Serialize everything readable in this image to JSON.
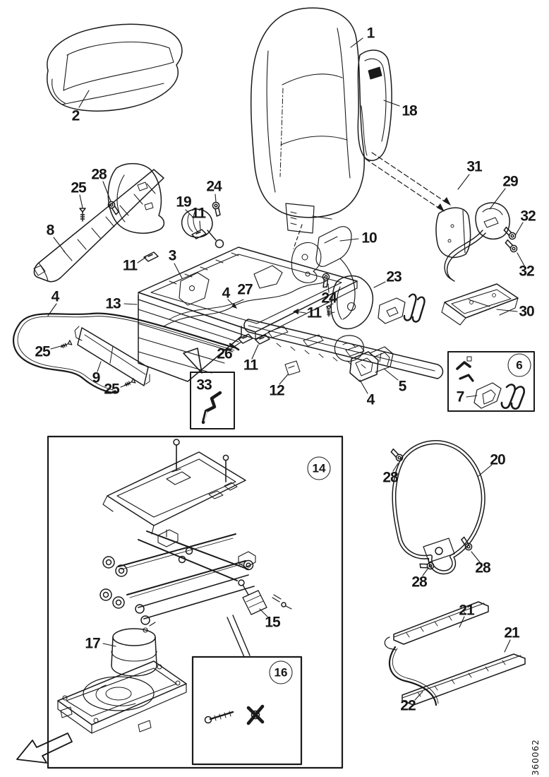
{
  "document": {
    "kind": "exploded parts diagram",
    "subject": "vehicle seat assembly"
  },
  "callouts": {
    "c1": "1",
    "c2": "2",
    "c18": "18",
    "c28a": "28",
    "c25a": "25",
    "c24a": "24",
    "c19": "19",
    "c11a": "11",
    "c31": "31",
    "c29": "29",
    "c32a": "32",
    "c32b": "32",
    "c30": "30",
    "c8": "8",
    "c10": "10",
    "c3": "3",
    "c11b": "11",
    "c23": "23",
    "c27": "27",
    "c4a": "4",
    "c4b": "4",
    "c24b": "24",
    "c13": "13",
    "c11c": "11",
    "c25b": "25",
    "c26": "26",
    "c11d": "11",
    "c9": "9",
    "c25c": "25",
    "c12": "12",
    "c33": "33",
    "c4c": "4",
    "c5": "5",
    "c7": "7",
    "c20": "20",
    "c28b": "28",
    "c28c": "28",
    "c28d": "28",
    "c15": "15",
    "c17": "17",
    "c21a": "21",
    "c21b": "21",
    "c22": "22"
  },
  "circled": {
    "n6": "6",
    "n14": "14",
    "n16": "16"
  },
  "footer": {
    "doc_number": "360062"
  },
  "colors": {
    "ink": "#1a1a1a",
    "paper": "#ffffff"
  }
}
